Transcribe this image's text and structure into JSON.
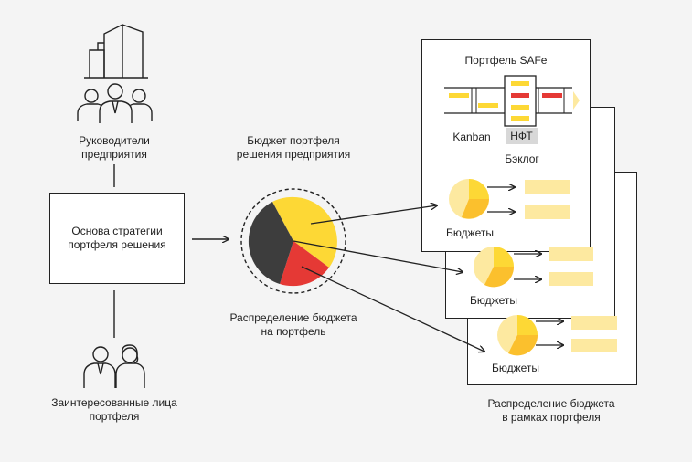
{
  "labels": {
    "leaders": "Руководители\nпредприятия",
    "strategy": "Основа стратегии\nпортфеля решения",
    "stakeholders": "Заинтересованные лица\nпортфеля",
    "portfolio_budget": "Бюджет портфеля\nрешения предприятия",
    "budget_distribution": "Распределение бюджета\nна портфель",
    "within_portfolio": "Распределение бюджета\nв рамках портфеля"
  },
  "portfolio_card": {
    "title": "Портфель SAFe",
    "kanban": "Kanban",
    "nft": "НФТ",
    "backlog": "Бэклог",
    "budgets": "Бюджеты"
  },
  "back_cards": {
    "budgets_1": "Бюджеты",
    "budgets_2": "Бюджеты"
  },
  "colors": {
    "yellow": "#fdd835",
    "dark": "#3d3d3d",
    "red": "#e53935",
    "light_yellow": "#fde9a0",
    "border": "#222222"
  },
  "icons": {
    "leaders": "building-and-people-icon",
    "stakeholders": "two-people-icon"
  }
}
